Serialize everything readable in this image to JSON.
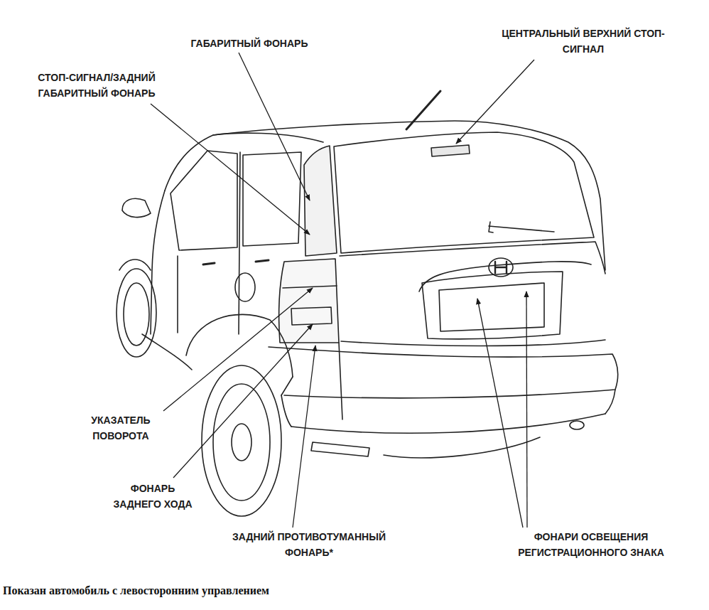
{
  "diagram": {
    "caption": "Показан автомобиль с левосторонним управлением",
    "labels": [
      "ГАБАРИТНЫЙ ФОНАРЬ",
      "ЦЕНТРАЛЬНЫЙ ВЕРХНИЙ СТОП-СИГНАЛ",
      "СТОП-СИГНАЛ/ЗАДНИЙ ГАБАРИТНЫЙ ФОНАРЬ",
      "УКАЗАТЕЛЬ ПОВОРОТА",
      "ФОНАРЬ ЗАДНЕГО ХОДА",
      "ЗАДНИЙ ПРОТИВОТУМАННЫЙ ФОНАРЬ*",
      "ФОНАРИ ОСВЕЩЕНИЯ РЕГИСТРАЦИОННОГО ЗНАКА"
    ]
  }
}
